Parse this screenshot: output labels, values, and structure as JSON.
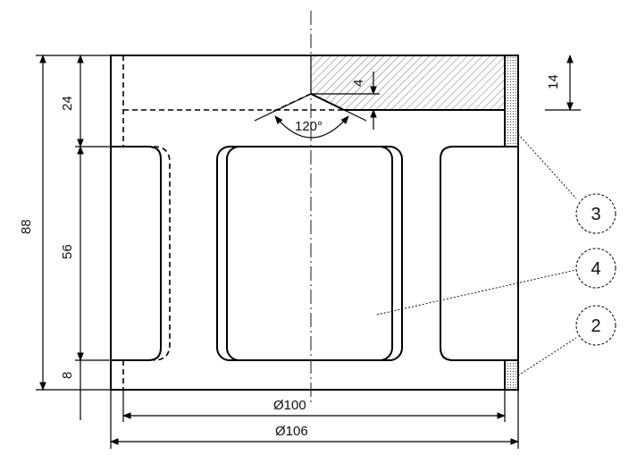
{
  "dimensions": {
    "overall_height": "88",
    "top_section": "24",
    "middle_section": "56",
    "bottom_section": "8",
    "cone_depth": "4",
    "right_height": "14",
    "cone_angle": "120°",
    "inner_diameter": "Ø100",
    "outer_diameter": "Ø106"
  },
  "callouts": {
    "item_3": "3",
    "item_4": "4",
    "item_2": "2"
  },
  "colors": {
    "line": "#000000",
    "background": "#ffffff"
  }
}
